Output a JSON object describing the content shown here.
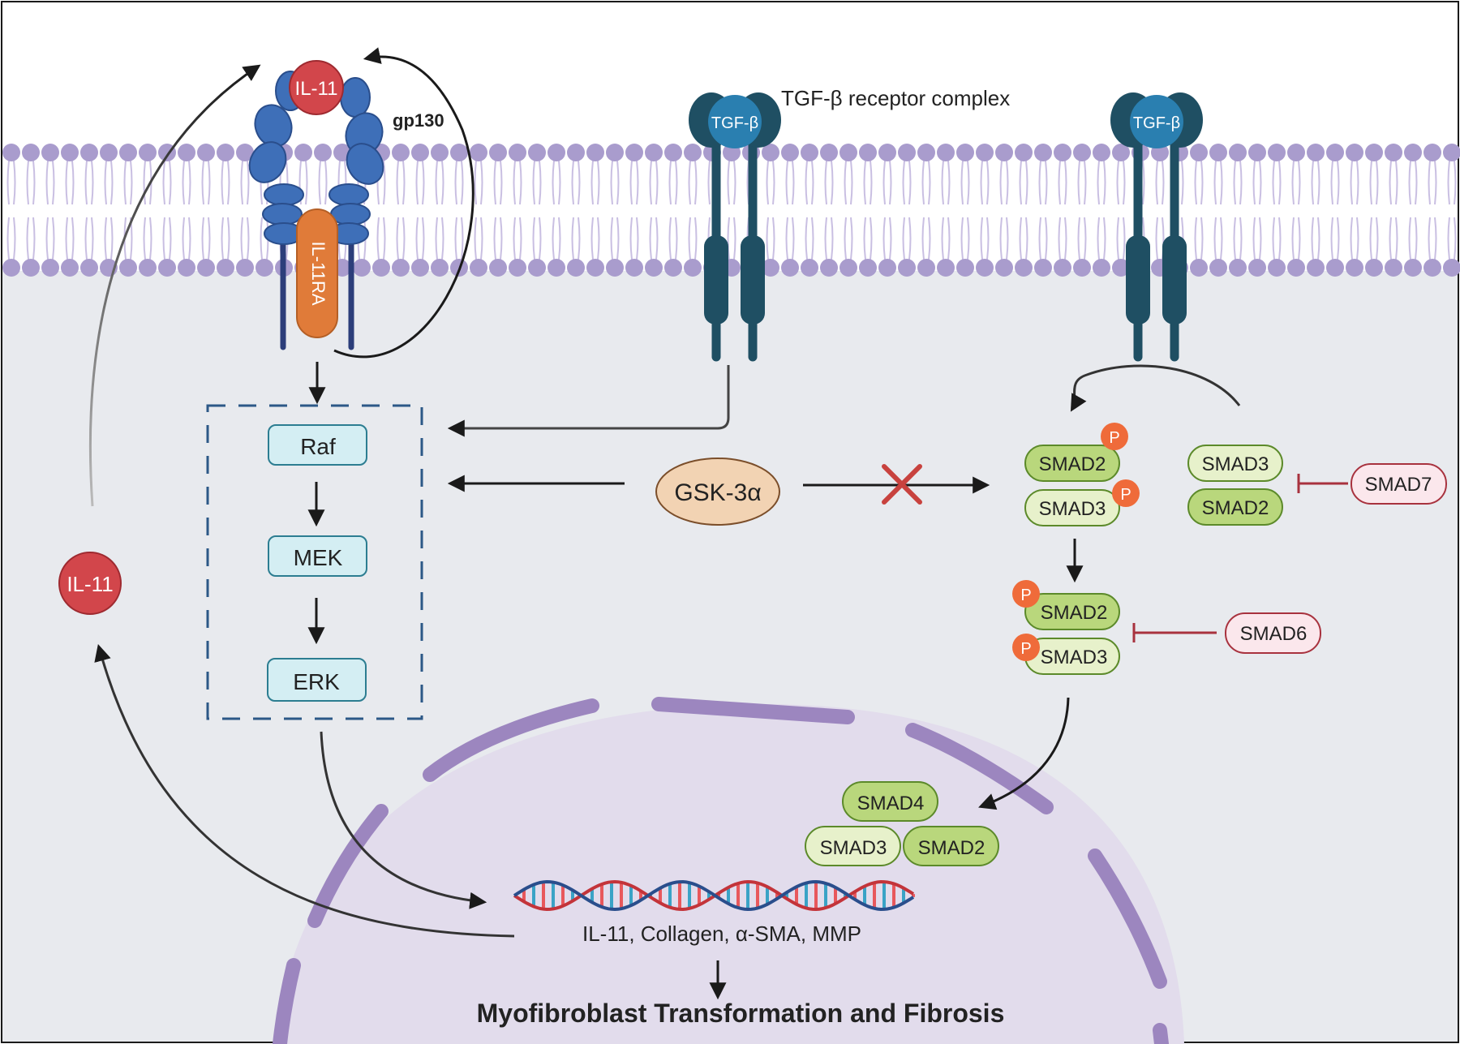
{
  "labels": {
    "il11_ligand": "IL-11",
    "il11_free": "IL-11",
    "gp130": "gp130",
    "il11ra": "IL-11RA",
    "tgfb_complex": "TGF-β receptor complex",
    "tgfb_1": "TGF-β",
    "tgfb_2": "TGF-β",
    "raf": "Raf",
    "mek": "MEK",
    "erk": "ERK",
    "gsk3a": "GSK-3α",
    "p": "P",
    "smad2": "SMAD2",
    "smad3": "SMAD3",
    "smad4": "SMAD4",
    "smad6": "SMAD6",
    "smad7": "SMAD7",
    "genes": "IL-11, Collagen, α-SMA, MMP",
    "outcome": "Myofibroblast Transformation and Fibrosis"
  },
  "colors": {
    "cytoplasm": "#e8eaee",
    "membrane_head": "#a99ccd",
    "membrane_tail": "#c9bfe2",
    "gp130": "#3e6fb8",
    "il11": "#d2464b",
    "il11ra": "#e07b39",
    "tgf_receptor": "#1f4f63",
    "tgf_ligand": "#2a7fb0",
    "mapk_box": "#d4eef3",
    "gsk": "#f2d3b3",
    "smad_light": "#e7f1cb",
    "smad_dark": "#b9d77c",
    "phospho": "#ef6b3a",
    "inhibitor": "#fbe7ec",
    "inhibitor_line": "#a8323e",
    "nucleus": "#e2dcec",
    "nuclear_envelope": "#9c86bf"
  },
  "icons": {
    "blocked": "x-mark-icon",
    "inhibition": "t-bar-inhibition-icon"
  }
}
